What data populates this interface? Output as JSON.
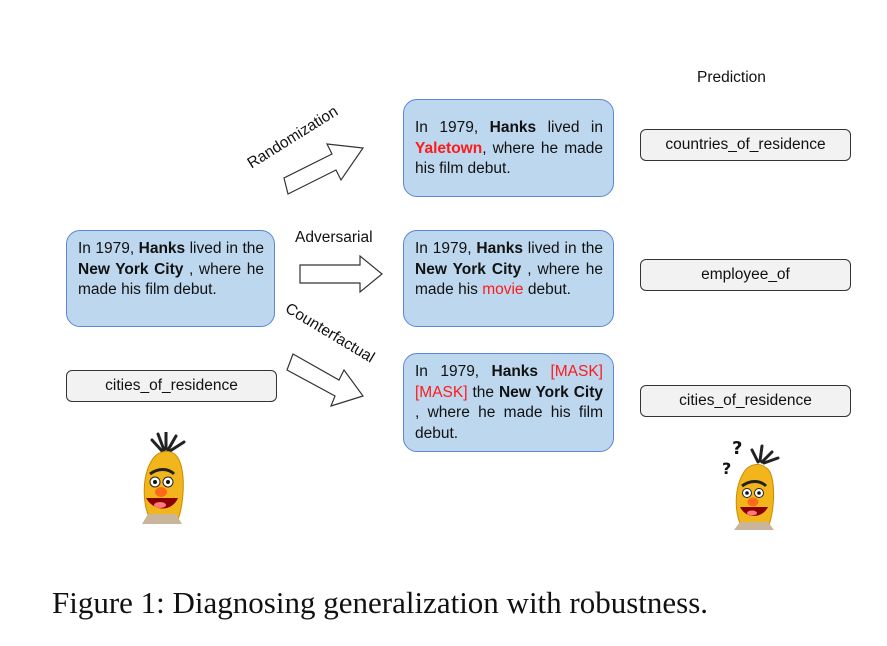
{
  "figure": {
    "caption": "Figure 1: Diagnosing generalization with robustness.",
    "prediction_heading": "Prediction",
    "original": {
      "parts": {
        "p1": "In 1979, ",
        "p2": "Hanks",
        "p3": " lived in the ",
        "p4": "New York City",
        "p5": " , where he made his film debut."
      },
      "gold_label": "cities_of_residence"
    },
    "transformations": [
      {
        "name": "Randomization",
        "parts": {
          "p1": "In 1979, ",
          "p2": "Hanks",
          "p3": " lived in ",
          "p4": "Yaletown",
          "p5": ", where he made his film debut."
        },
        "prediction": "countries_of_residence"
      },
      {
        "name": "Adversarial",
        "parts": {
          "p1": "In 1979, ",
          "p2": "Hanks",
          "p3": " lived in the ",
          "p4": "New York City",
          "p5": " , where he made his ",
          "p6": "movie",
          "p7": " debut."
        },
        "prediction": "employee_of"
      },
      {
        "name": "Counterfactual",
        "parts": {
          "p1": "In 1979, ",
          "p2": "Hanks",
          "p3": " ",
          "p4": "[MASK] [MASK]",
          "p5": " the ",
          "p6": "New York City",
          "p7": " , where he made his film debut."
        },
        "prediction": "cities_of_residence"
      }
    ],
    "mascot": {
      "left": "confident-character",
      "right": "confused-character",
      "question_marks": "??"
    },
    "colors": {
      "box_fill": "#bdd7ee",
      "box_border": "#5b86d6",
      "highlight": "#ff1a1a",
      "label_fill": "#f2f2f2"
    }
  }
}
